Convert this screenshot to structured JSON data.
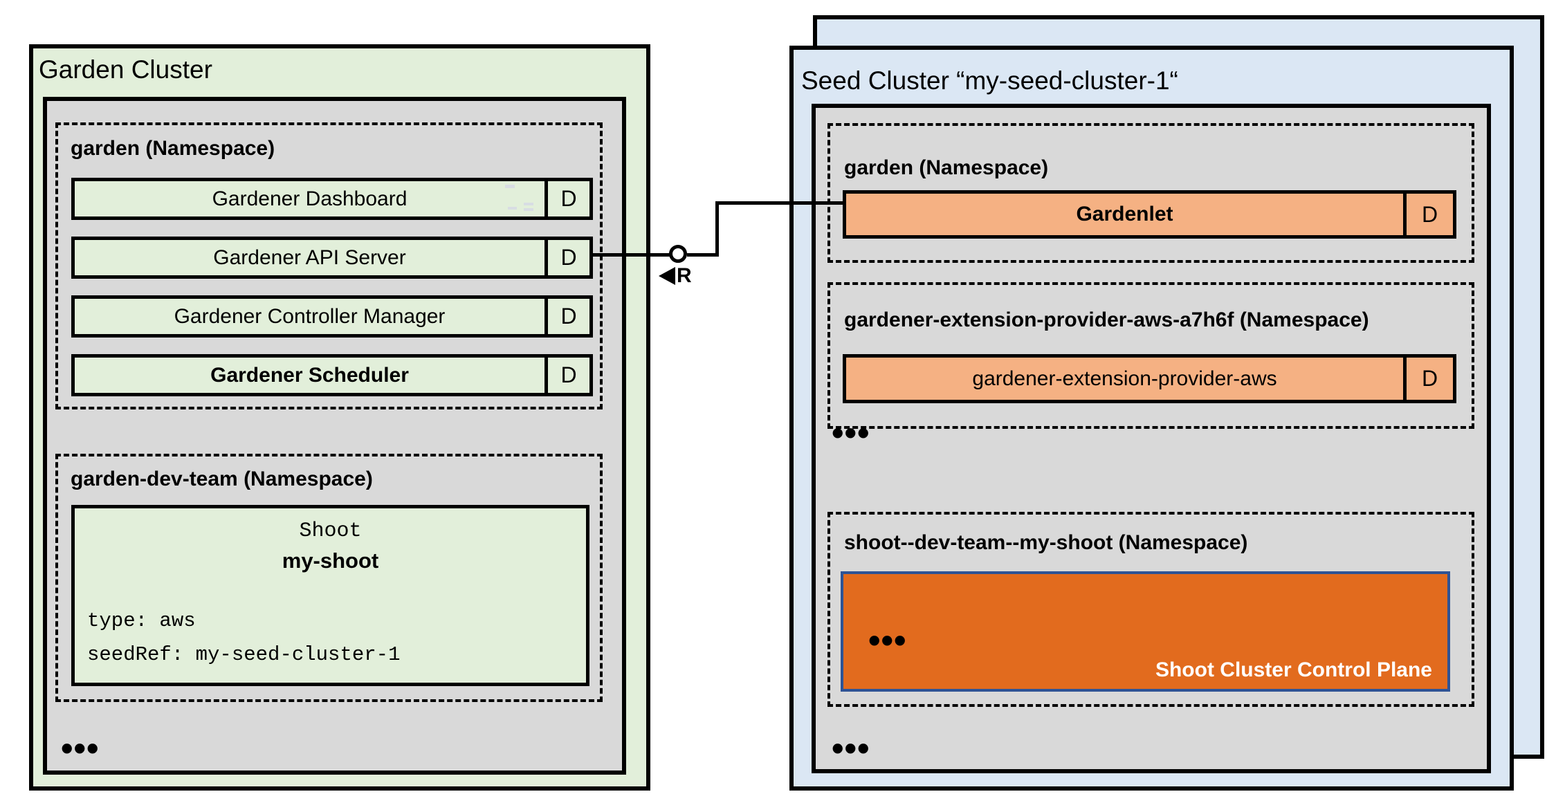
{
  "colors": {
    "green": "#e2efda",
    "gray": "#d9d9d9",
    "blue": "#dbe7f4",
    "orange-light": "#f5b183",
    "orange-dark": "#e26b1e",
    "control-plane-border": "#2e5395"
  },
  "garden_cluster": {
    "title": "Garden Cluster",
    "garden_namespace": {
      "label": "garden (Namespace)",
      "rows": [
        {
          "label": "Gardener Dashboard",
          "badge": "D"
        },
        {
          "label": "Gardener API Server",
          "badge": "D"
        },
        {
          "label": "Gardener Controller Manager",
          "badge": "D"
        },
        {
          "label": "Gardener Scheduler",
          "badge": "D"
        }
      ]
    },
    "dev_team_namespace": {
      "label": "garden-dev-team (Namespace)",
      "shoot": {
        "kind": "Shoot",
        "name": "my-shoot",
        "type_line": "type: aws",
        "seedref_line": "seedRef: my-seed-cluster-1"
      }
    },
    "ellipsis": "•••"
  },
  "connector": {
    "arrow_label": "R"
  },
  "seed_cluster": {
    "title": "Seed Cluster “my-seed-cluster-1“",
    "garden_namespace": {
      "label": "garden (Namespace)",
      "rows": [
        {
          "label": "Gardenlet",
          "badge": "D"
        }
      ]
    },
    "extension_namespace": {
      "label": "gardener-extension-provider-aws-a7h6f (Namespace)",
      "rows": [
        {
          "label": "gardener-extension-provider-aws",
          "badge": "D"
        }
      ]
    },
    "ellipsis_mid": "•••",
    "shoot_namespace": {
      "label": "shoot--dev-team--my-shoot (Namespace)",
      "control_plane": {
        "ellipsis": "•••",
        "label": "Shoot Cluster Control Plane"
      }
    },
    "ellipsis_bottom": "•••"
  }
}
